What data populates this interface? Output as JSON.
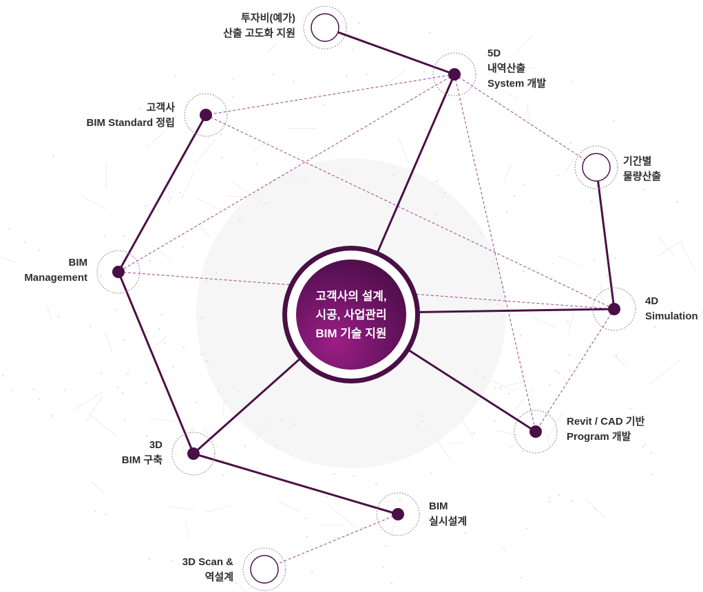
{
  "center": {
    "lines": [
      "고객사의 설계,",
      "시공, 사업관리",
      "BIM 기술 지원"
    ]
  },
  "nodes": [
    {
      "id": "invest",
      "lines": [
        "투자비(예가)",
        "산출 고도화 지원"
      ],
      "type": "hollow"
    },
    {
      "id": "5d",
      "lines": [
        "5D",
        "내역산출",
        "System 개발"
      ],
      "type": "solid"
    },
    {
      "id": "client-std",
      "lines": [
        "고객사",
        "BIM Standard 정립"
      ],
      "type": "solid"
    },
    {
      "id": "period-qty",
      "lines": [
        "기간별",
        "물량산출"
      ],
      "type": "hollow"
    },
    {
      "id": "bim-mgmt",
      "lines": [
        "BIM",
        "Management"
      ],
      "type": "solid"
    },
    {
      "id": "4d",
      "lines": [
        "4D",
        "Simulation"
      ],
      "type": "solid"
    },
    {
      "id": "revit-cad",
      "lines": [
        "Revit / CAD 기반",
        "Program 개발"
      ],
      "type": "solid"
    },
    {
      "id": "3d-bim",
      "lines": [
        "3D",
        "BIM 구축"
      ],
      "type": "solid"
    },
    {
      "id": "bim-design",
      "lines": [
        "BIM",
        "실시설계"
      ],
      "type": "solid"
    },
    {
      "id": "3d-scan",
      "lines": [
        "3D Scan &",
        "역설계"
      ],
      "type": "hollow"
    }
  ],
  "colors": {
    "primary": "#4a0f46",
    "dashed": "#9b3d8f",
    "ring": "#8a8a8a"
  }
}
